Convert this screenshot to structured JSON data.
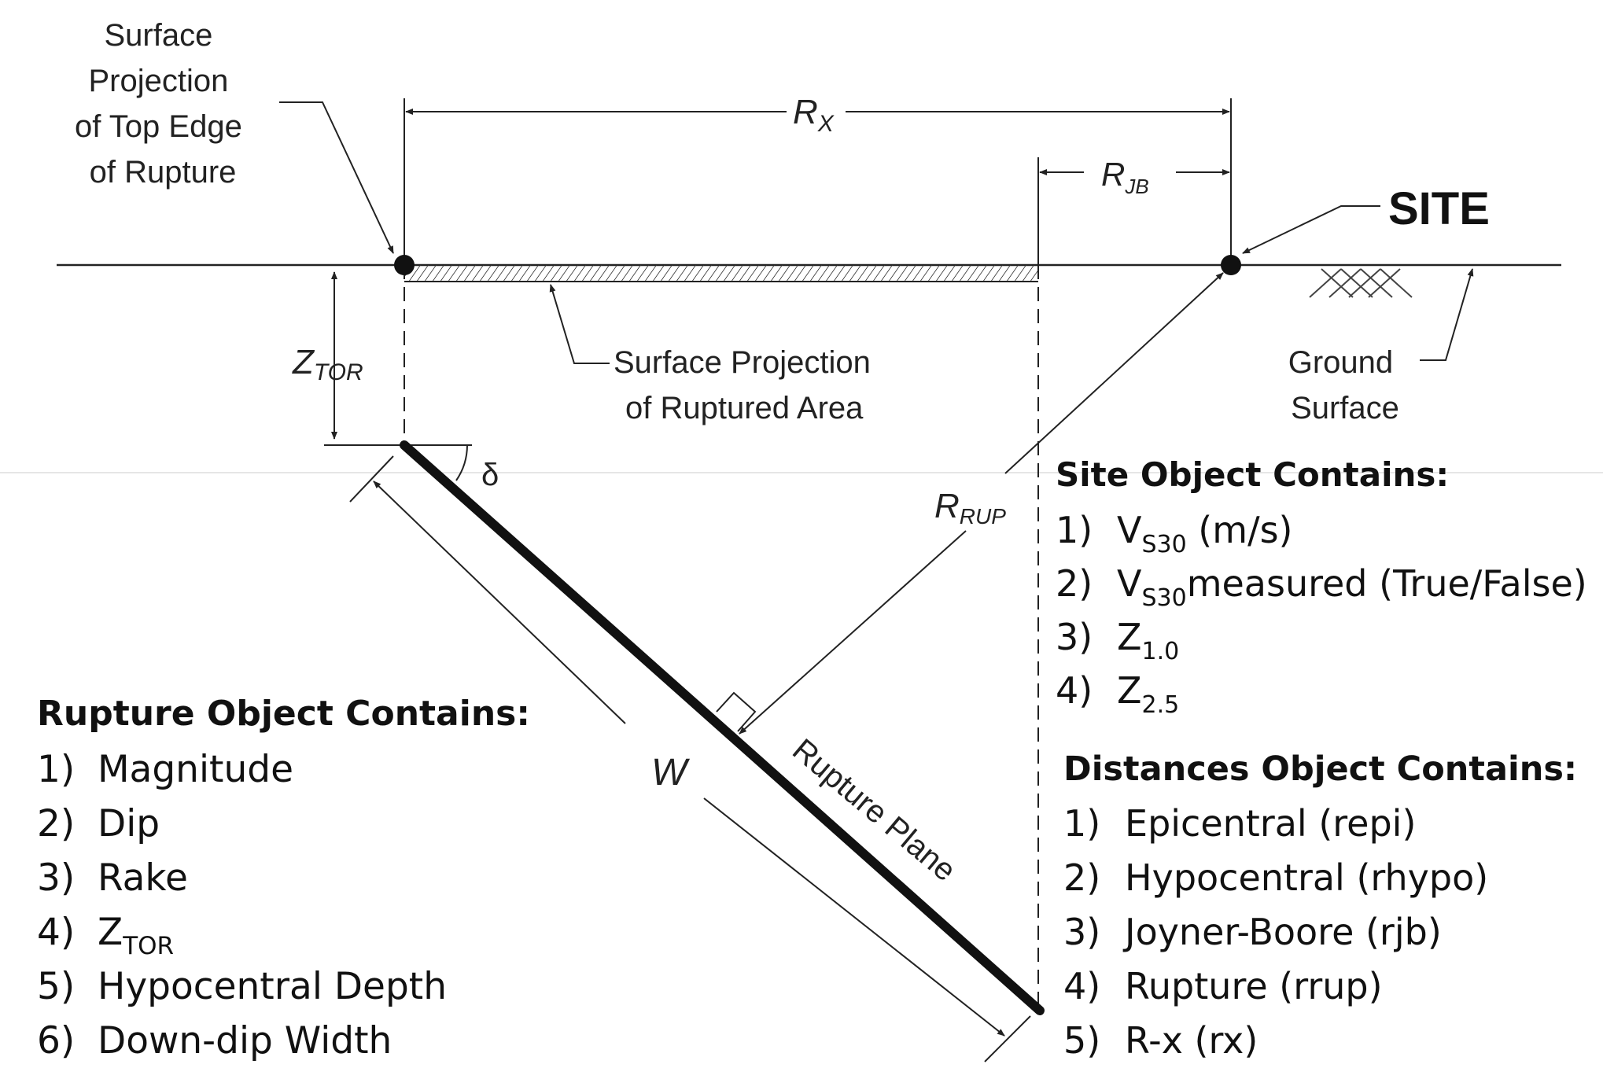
{
  "labels": {
    "top_edge": [
      "Surface",
      "Projection",
      "of Top Edge",
      "of Rupture"
    ],
    "rx": {
      "main": "R",
      "sub": "X"
    },
    "rjb": {
      "main": "R",
      "sub": "JB"
    },
    "site": "SITE",
    "ztor": {
      "main": "Z",
      "sub": "TOR"
    },
    "ruptured_area": [
      "Surface Projection",
      "of Ruptured Area"
    ],
    "ground_surface": [
      "Ground",
      "Surface"
    ],
    "delta": "δ",
    "rrup": {
      "main": "R",
      "sub": "RUP"
    },
    "w": "W",
    "rupture_plane": "Rupture Plane"
  },
  "site_object": {
    "title": "Site Object Contains:",
    "items": [
      {
        "num": "1)",
        "main": "V",
        "sub": "S30",
        "rest": " (m/s)"
      },
      {
        "num": "2)",
        "main": "V",
        "sub": "S30",
        "rest": "measured (True/False)"
      },
      {
        "num": "3)",
        "main": "Z",
        "sub": "1.0",
        "rest": ""
      },
      {
        "num": "4)",
        "main": "Z",
        "sub": "2.5",
        "rest": ""
      }
    ]
  },
  "rupture_object": {
    "title": "Rupture Object Contains:",
    "items": [
      {
        "num": "1)",
        "main": "Magnitude",
        "sub": ""
      },
      {
        "num": "2)",
        "main": "Dip",
        "sub": ""
      },
      {
        "num": "3)",
        "main": "Rake",
        "sub": ""
      },
      {
        "num": "4)",
        "main": "Z",
        "sub": "TOR"
      },
      {
        "num": "5)",
        "main": "Hypocentral Depth",
        "sub": ""
      },
      {
        "num": "6)",
        "main": "Down-dip Width",
        "sub": ""
      }
    ]
  },
  "distances_object": {
    "title": "Distances Object Contains:",
    "items": [
      {
        "num": "1)",
        "text": "Epicentral (repi)"
      },
      {
        "num": "2)",
        "text": "Hypocentral (rhypo)"
      },
      {
        "num": "3)",
        "text": "Joyner-Boore (rjb)"
      },
      {
        "num": "4)",
        "text": "Rupture (rrup)"
      },
      {
        "num": "5)",
        "text": "R-x (rx)"
      }
    ]
  }
}
